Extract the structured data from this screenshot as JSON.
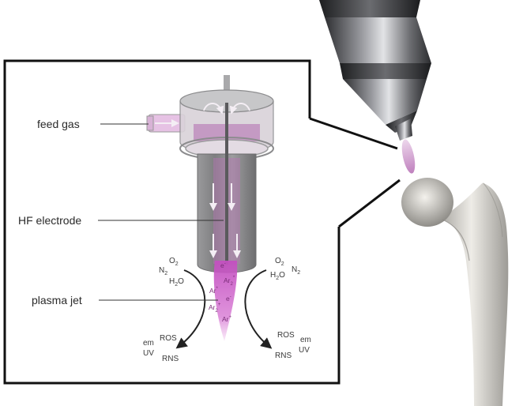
{
  "labels": {
    "feed_gas": "feed gas",
    "hf_electrode": "HF electrode",
    "plasma_jet": "plasma jet"
  },
  "left_species": {
    "o2": "O",
    "o2_sub": "2",
    "n2": "N",
    "n2_sub": "2",
    "h2o_h": "H",
    "h2o_sub": "2",
    "h2o_o": "O",
    "ros": "ROS",
    "em": "em",
    "uv": "UV",
    "rns": "RNS"
  },
  "right_species": {
    "o2": "O",
    "o2_sub": "2",
    "n2": "N",
    "n2_sub": "2",
    "h2o_h": "H",
    "h2o_sub": "2",
    "h2o_o": "O",
    "ros": "ROS",
    "em": "em",
    "uv": "UV",
    "rns": "RNS"
  },
  "jet_species": {
    "electron1": "e",
    "electron1_sup": "-",
    "ar2_a": "Ar",
    "ar2_a_sub": "2",
    "ar2_a_sup": "*",
    "ar_a": "Ar",
    "ar_a_sup": "*",
    "electron2": "e",
    "electron2_sup": "-",
    "ar2_b": "Ar",
    "ar2_b_sub": "2",
    "ar2_b_sup": "+",
    "ar_b": "Ar",
    "ar_b_sup": "+"
  },
  "colors": {
    "plasma": "#c34fc0",
    "frame": "#111111",
    "metal_dark": "#3c3d40",
    "metal_light": "#b9babd",
    "bone": "#d8d6d0"
  },
  "icons": {
    "nozzle": "plasma-pen-nozzle-icon",
    "bone": "femur-bone-icon"
  }
}
